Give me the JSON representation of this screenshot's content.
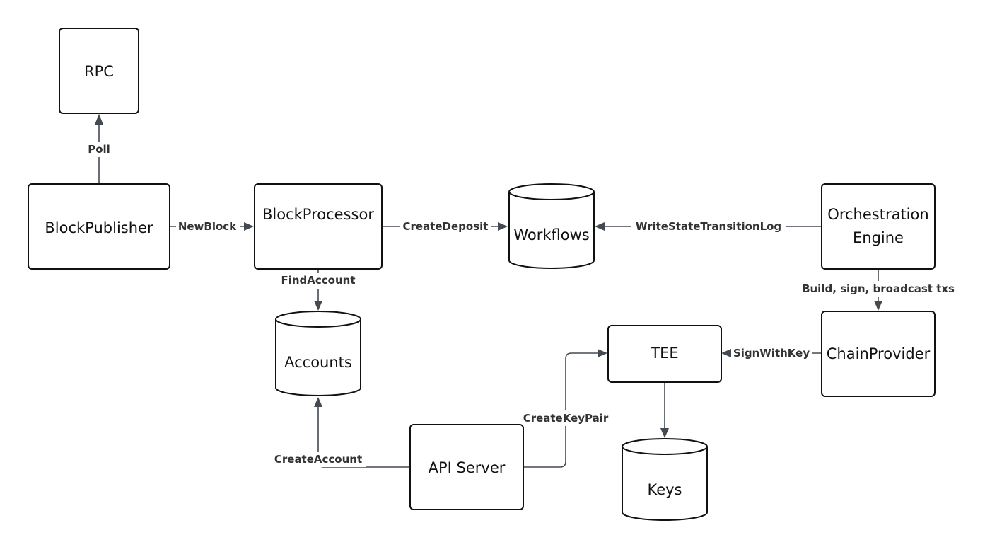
{
  "nodes": {
    "rpc": {
      "label": "RPC",
      "shape": "box"
    },
    "block_publisher": {
      "label": "BlockPublisher",
      "shape": "box"
    },
    "block_processor": {
      "label": "BlockProcessor",
      "shape": "box"
    },
    "workflows": {
      "label": "Workflows",
      "shape": "cylinder"
    },
    "orchestration_engine": {
      "line1": "Orchestration",
      "line2": "Engine",
      "shape": "box"
    },
    "accounts": {
      "label": "Accounts",
      "shape": "cylinder"
    },
    "tee": {
      "label": "TEE",
      "shape": "box"
    },
    "chain_provider": {
      "label": "ChainProvider",
      "shape": "box"
    },
    "api_server": {
      "label": "API Server",
      "shape": "box"
    },
    "keys": {
      "label": "Keys",
      "shape": "cylinder"
    }
  },
  "edges": {
    "poll": {
      "label": "Poll",
      "from": "BlockPublisher",
      "to": "RPC"
    },
    "new_block": {
      "label": "NewBlock",
      "from": "BlockPublisher",
      "to": "BlockProcessor"
    },
    "create_deposit": {
      "label": "CreateDeposit",
      "from": "BlockProcessor",
      "to": "Workflows"
    },
    "write_state": {
      "label": "WriteStateTransitionLog",
      "from": "Orchestration Engine",
      "to": "Workflows"
    },
    "find_account": {
      "label": "FindAccount",
      "from": "BlockProcessor",
      "to": "Accounts"
    },
    "build_sign": {
      "label": "Build, sign, broadcast txs",
      "from": "Orchestration Engine",
      "to": "ChainProvider"
    },
    "sign_with_key": {
      "label": "SignWithKey",
      "from": "ChainProvider",
      "to": "TEE"
    },
    "create_key_pair": {
      "label": "CreateKeyPair",
      "from": "API Server",
      "to": "TEE"
    },
    "create_account": {
      "label": "CreateAccount",
      "from": "API Server",
      "to": "Accounts"
    },
    "tee_keys": {
      "label": "",
      "from": "TEE",
      "to": "Keys"
    }
  },
  "colors": {
    "node_stroke": "#111111",
    "edge_stroke": "#444a52",
    "background": "#ffffff"
  }
}
